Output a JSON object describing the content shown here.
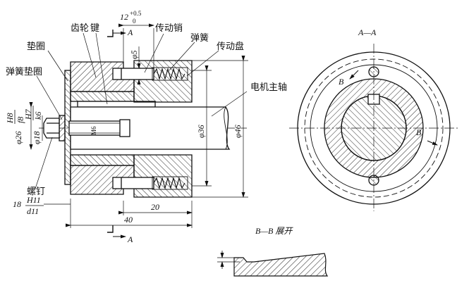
{
  "labels": {
    "gear": "齿轮",
    "key": "键",
    "drive_pin": "传动销",
    "spring": "弹簧",
    "drive_disc": "传动盘",
    "washer": "垫圈",
    "spring_washer": "弹簧垫圈",
    "screw": "螺钉",
    "motor_shaft": "电机主轴",
    "section_aa": "A—A",
    "section_bb": "B—B 展开"
  },
  "dimensions": {
    "top_dim_base": "12",
    "top_tol_upper": "+0.5",
    "top_tol_lower": "0",
    "phi5": "φ5",
    "phi36": "φ36",
    "phi46": "φ46",
    "m6": "M6",
    "phi26": "φ26",
    "fit_h8": "H8",
    "fit_f8": "f8",
    "phi18": "φ18",
    "fit_h7": "H7",
    "fit_k6": "k6",
    "dim_18": "18",
    "fit_h11": "H11",
    "fit_d11": "d11",
    "dim_20": "20",
    "dim_40": "40"
  },
  "markers": {
    "cut_a": "A",
    "cut_b": "B"
  }
}
